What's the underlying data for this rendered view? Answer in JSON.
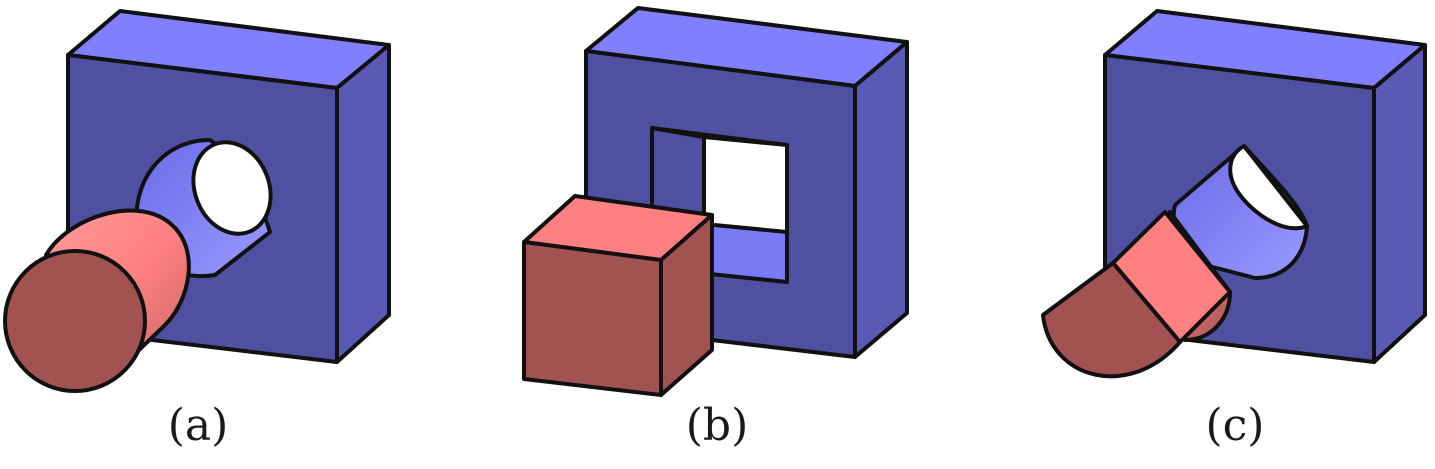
{
  "colors": {
    "block_top": "#8080ff",
    "block_front": "#5050a2",
    "block_side": "#5a5ab5",
    "hole_inner": "#7a7af5",
    "peg_top": "#ff8080",
    "peg_front": "#a35252",
    "peg_side": "#b85c5c",
    "outline": "#111111"
  },
  "panels": [
    {
      "label": "(a)",
      "block_icon": "square-block-round-hole",
      "peg_icon": "cylinder-peg"
    },
    {
      "label": "(b)",
      "block_icon": "square-block-square-hole",
      "peg_icon": "cube-peg"
    },
    {
      "label": "(c)",
      "block_icon": "square-block-d-shaped-hole",
      "peg_icon": "d-shaped-peg"
    }
  ]
}
